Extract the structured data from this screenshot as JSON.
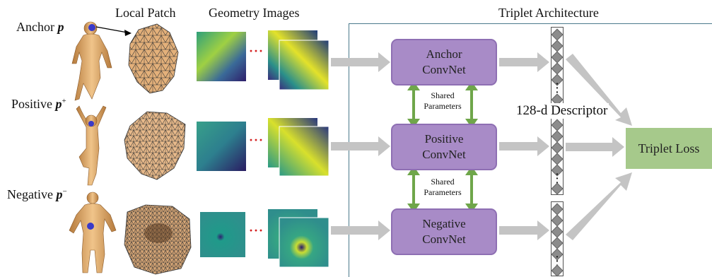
{
  "headings": {
    "local_patch": "Local Patch",
    "geometry_images": "Geometry Images",
    "triplet_architecture": "Triplet Architecture"
  },
  "rows": [
    {
      "label": "Anchor",
      "symbol": "p",
      "sup": ""
    },
    {
      "label": "Positive",
      "symbol": "p",
      "sup": "+"
    },
    {
      "label": "Negative",
      "symbol": "p",
      "sup": "−"
    }
  ],
  "ellipsis": "···",
  "convnets": [
    {
      "line1": "Anchor",
      "line2": "ConvNet"
    },
    {
      "line1": "Positive",
      "line2": "ConvNet"
    },
    {
      "line1": "Negative",
      "line2": "ConvNet"
    }
  ],
  "shared": {
    "line1": "Shared",
    "line2": "Parameters"
  },
  "descriptor_label": "128-d Descriptor",
  "loss_label": "Triplet Loss",
  "colors": {
    "convnet_fill": "#a88bc7",
    "loss_fill": "#a6c98b",
    "shared_arrow": "#6fa64a",
    "flow_arrow": "#c4c4c4",
    "frame": "#4a7a8c",
    "ellipsis": "#d42020"
  },
  "icons": [
    "human-figure",
    "triangle-mesh-patch",
    "geometry-image"
  ]
}
